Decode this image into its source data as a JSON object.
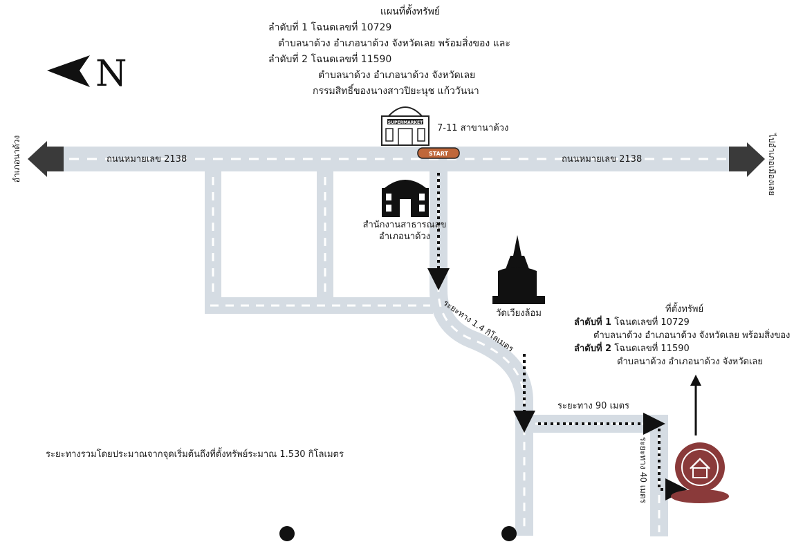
{
  "title": {
    "heading": "แผนที่ตั้งทรัพย์",
    "line1": "ลำดับที่ 1 โฉนดเลขที่ 10729",
    "line2": "ตำบลนาด้วง อำเภอนาด้วง จังหวัดเลย พร้อมสิ่งของ และ",
    "line3": "ลำดับที่ 2 โฉนดเลขที่ 11590",
    "line4": "ตำบลนาด้วง อำเภอนาด้วง จังหวัดเลย",
    "line5": "กรรมสิทธิ์ของนางสาวปิยะนุช แก้ววันนา"
  },
  "compass": {
    "letter": "N"
  },
  "roads": {
    "main_left": "ถนนหมายเลข 2138",
    "main_right": "ถนนหมายเลข 2138",
    "west_end": "อำเภอนาด้วง",
    "east_end": "ไปอำเภอเมืองเลย"
  },
  "landmarks": {
    "supermarket_sign": "SUPERMARKET",
    "supermarket": "7-11 สาขานาด้วง",
    "start": "START",
    "health_office_1": "สำนักงานสาธารณสุข",
    "health_office_2": "อำเภอนาด้วง",
    "temple": "วัดเวียงล้อม"
  },
  "distances": {
    "curve": "ระยะทาง 1.4 กิโลเมตร",
    "east_90": "ระยะทาง 90 เมตร",
    "south_40": "ระยะทาง 40 เมตร",
    "total": "ระยะทางรวมโดยประมาณจากจุดเริ่มต้นถึงที่ตั้งทรัพย์ระมาณ 1.530 กิโลเมตร"
  },
  "property": {
    "heading": "ที่ตั้งทรัพย์",
    "item1_label": "ลำดับที่ 1",
    "item1_text": " โฉนดเลขที่ 10729",
    "item1_loc": "ตำบลนาด้วง อำเภอนาด้วง จังหวัดเลย พร้อมสิ่งของ",
    "item2_label": "ลำดับที่ 2",
    "item2_text": " โฉนดเลขที่ 11590",
    "item2_loc": "ตำบลนาด้วง อำเภอนาด้วง จังหวัดเลย"
  },
  "colors": {
    "road": "#d5dce3",
    "road_dash": "#ffffff",
    "arrow": "#3a3a3a",
    "start_badge": "#c0673a",
    "pin": "#8a3a3a",
    "route": "#111111"
  }
}
